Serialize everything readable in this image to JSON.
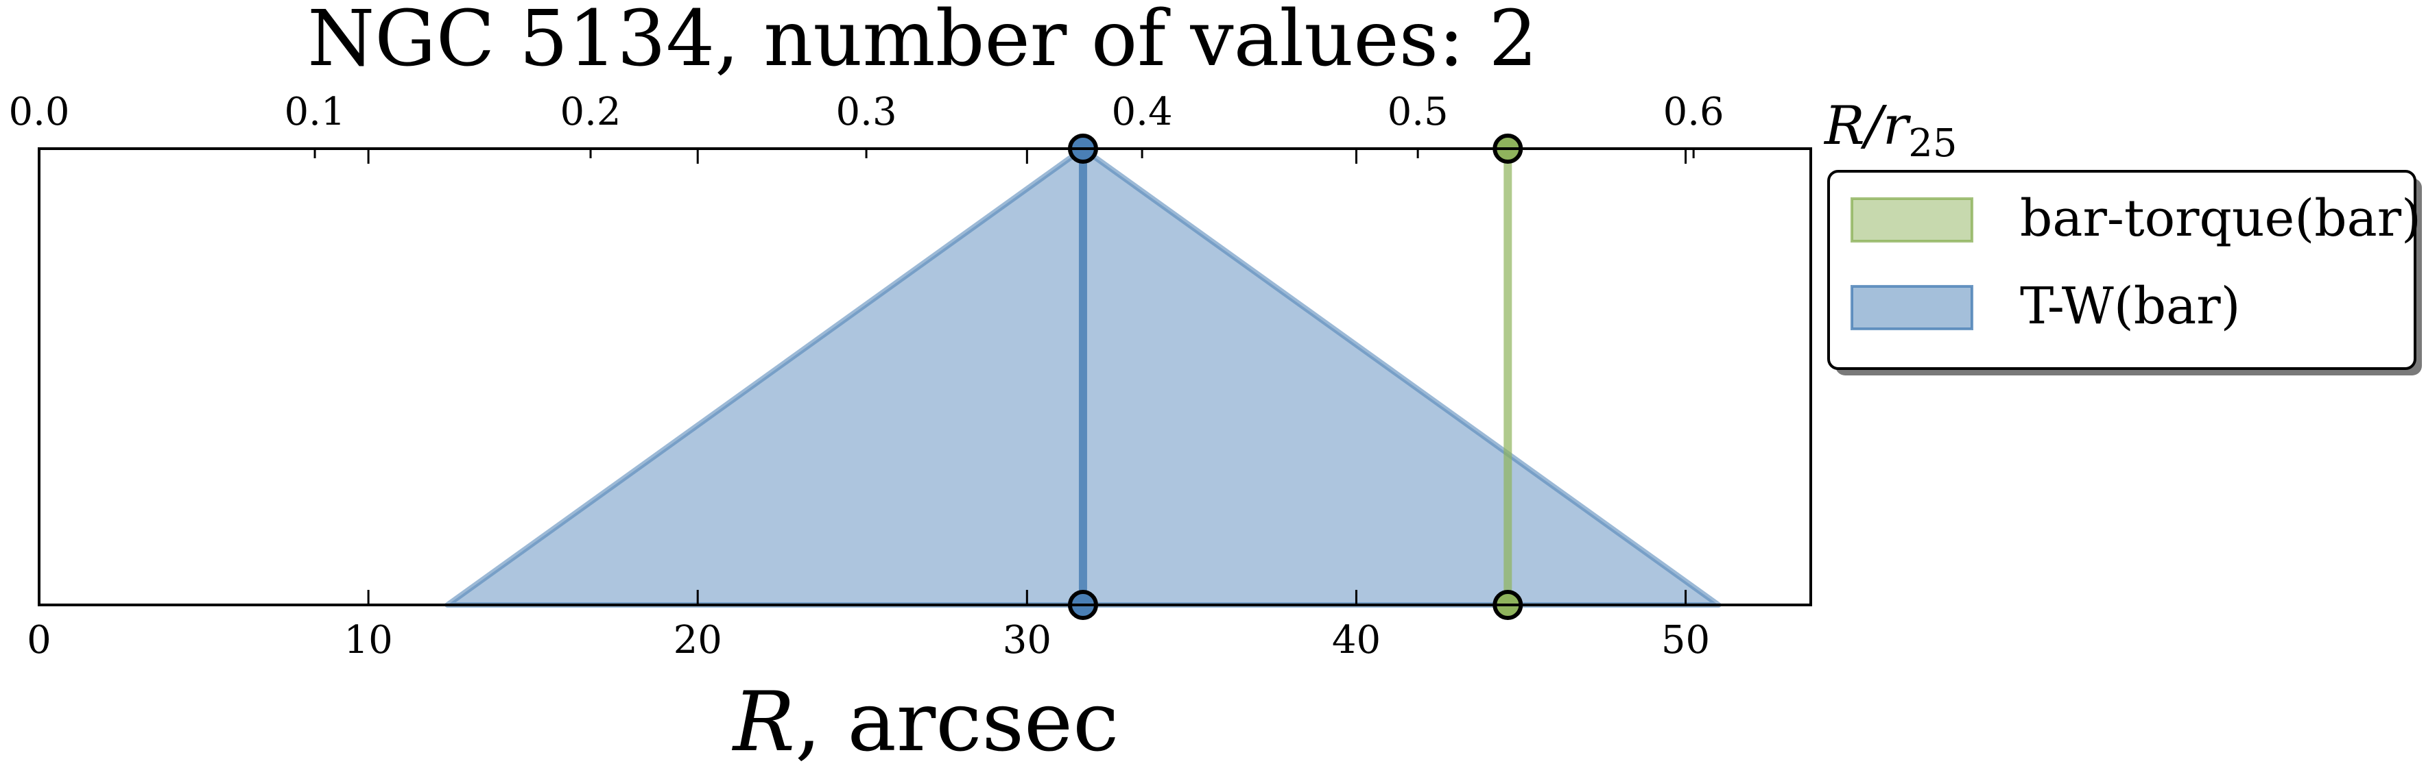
{
  "chart_data": {
    "type": "area",
    "title": "NGC 5134, number of values: 2",
    "xlabel": "R, arcsec",
    "xlabel_var": "R",
    "xlabel_unit": ", arcsec",
    "top_xlabel": "R/r25",
    "top_xlabel_base": "R/r",
    "top_xlabel_sub": "25",
    "xlim": [
      0,
      53.8
    ],
    "ylim": [
      0,
      1
    ],
    "top_xlim": [
      0.0,
      0.6425
    ],
    "xticks": [
      0,
      10,
      20,
      30,
      40,
      50
    ],
    "top_xticks": [
      "0.0",
      "0.1",
      "0.2",
      "0.3",
      "0.4",
      "0.5",
      "0.6"
    ],
    "legend_position": "outside-upper-right",
    "grid": false,
    "series": [
      {
        "name": "bar-torque(bar)",
        "color": "#8fb35d",
        "value": 44.6,
        "triangle": null
      },
      {
        "name": "T-W(bar)",
        "color": "#4a7fb5",
        "value": 31.7,
        "triangle": [
          12.4,
          31.7,
          51.0
        ]
      }
    ]
  }
}
